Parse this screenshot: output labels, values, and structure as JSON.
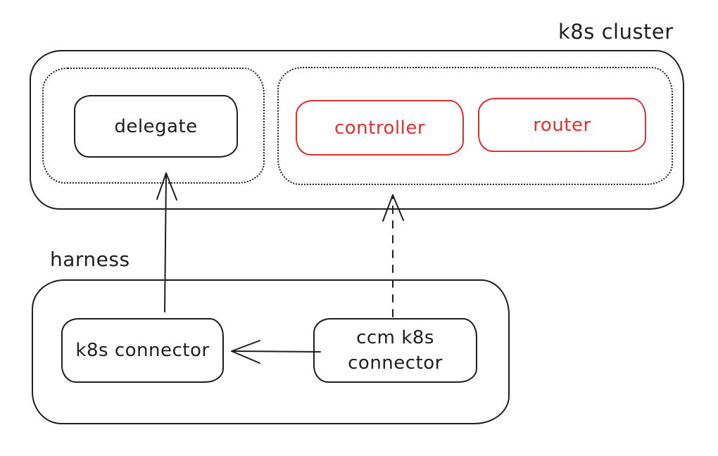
{
  "colors": {
    "background": "#ffffff",
    "stroke": "#1e1e1e",
    "accent": "#e03131"
  },
  "groups": {
    "k8s_cluster": {
      "label": "k8s cluster"
    },
    "harness": {
      "label": "harness"
    }
  },
  "nodes": {
    "delegate": {
      "label": "delegate",
      "color": "#1e1e1e"
    },
    "controller": {
      "label": "controller",
      "color": "#e03131"
    },
    "router": {
      "label": "router",
      "color": "#e03131"
    },
    "k8s_connector": {
      "label": "k8s connector",
      "color": "#1e1e1e"
    },
    "ccm_k8s_connector": {
      "label": "ccm k8s connector",
      "color": "#1e1e1e"
    }
  },
  "edges": [
    {
      "from": "k8s_connector",
      "to": "delegate",
      "style": "solid",
      "arrowhead": "open"
    },
    {
      "from": "ccm_k8s_connector",
      "to": "k8s_cluster",
      "style": "dashed",
      "arrowhead": "open"
    },
    {
      "from": "ccm_k8s_connector",
      "to": "k8s_connector",
      "style": "solid",
      "arrowhead": "open"
    }
  ]
}
